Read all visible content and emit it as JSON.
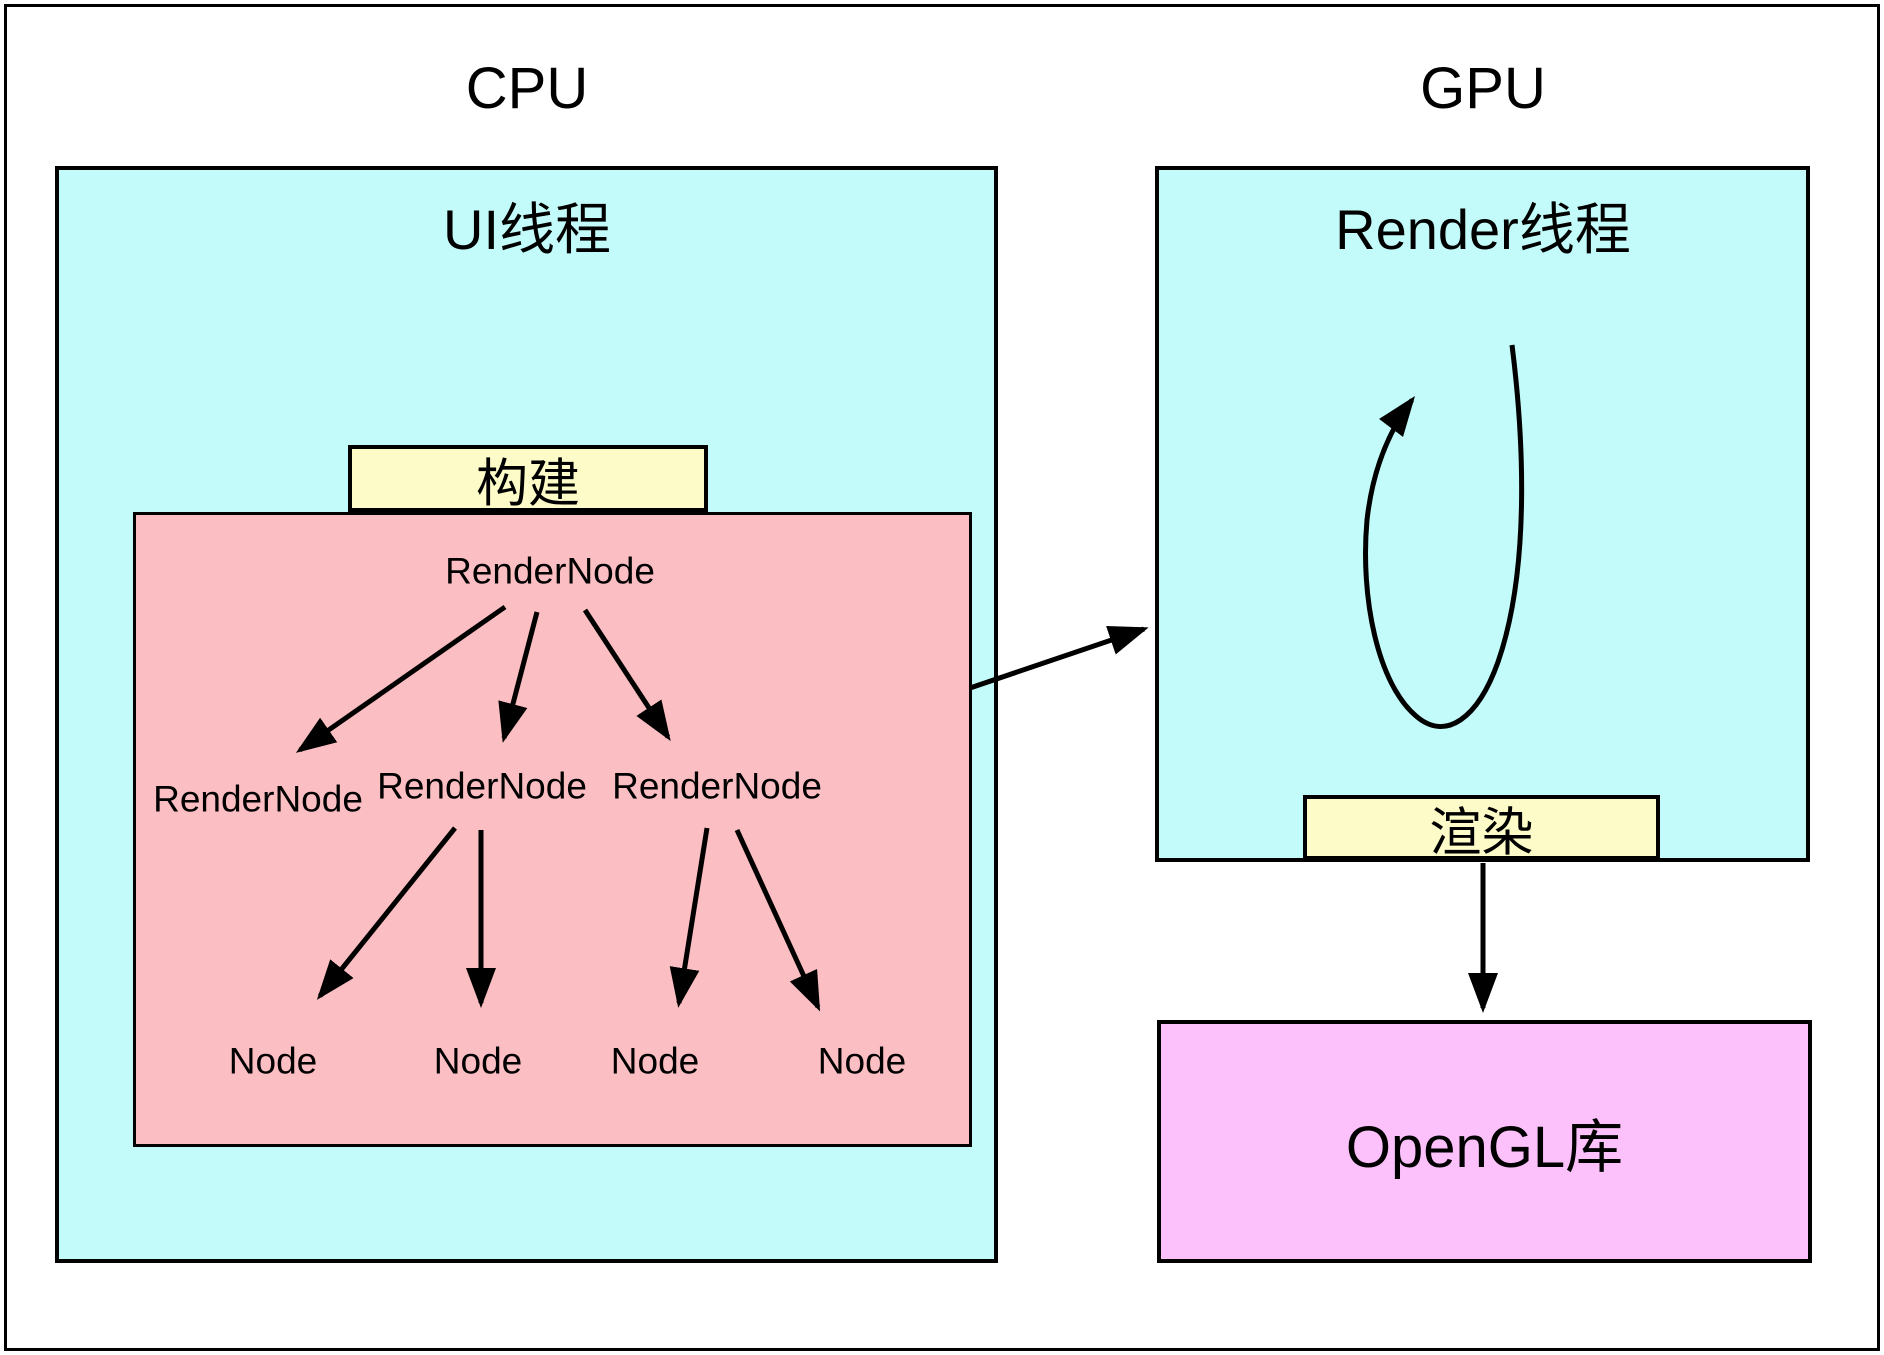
{
  "titles": {
    "cpu": "CPU",
    "gpu": "GPU"
  },
  "ui_thread": {
    "title": "UI线程",
    "build_label": "构建",
    "tree": {
      "root": "RenderNode",
      "children": [
        "RenderNode",
        "RenderNode",
        "RenderNode"
      ],
      "leaves": [
        "Node",
        "Node",
        "Node",
        "Node"
      ]
    }
  },
  "render_thread": {
    "title": "Render线程",
    "render_label": "渲染"
  },
  "opengl": {
    "label": "OpenGL库"
  },
  "colors": {
    "cyan": "#C2FBFA",
    "pink": "#FBBEC2",
    "yellow": "#FDFBC8",
    "magenta": "#FCC0FB",
    "line": "#000000"
  }
}
